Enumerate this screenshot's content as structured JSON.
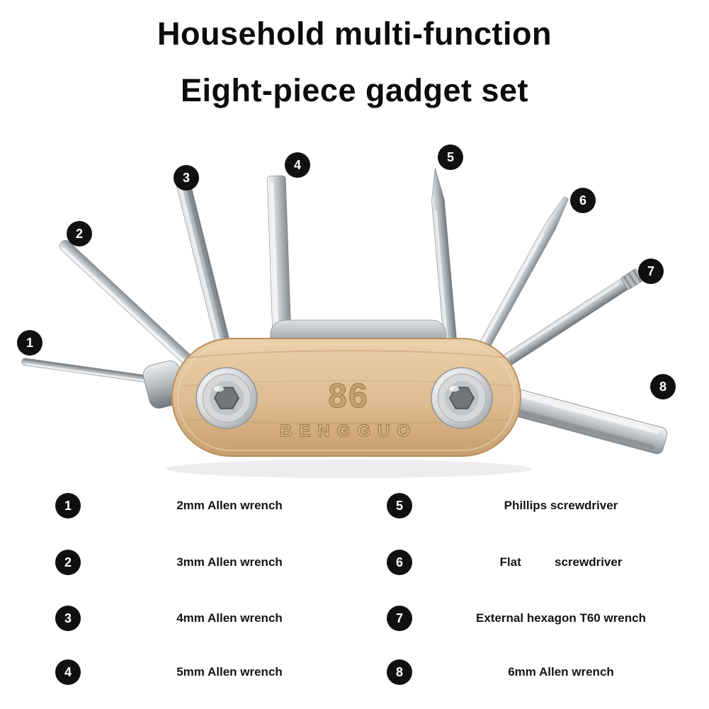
{
  "title": {
    "line1": "Household multi-function",
    "line2": "Eight-piece gadget set"
  },
  "brand": {
    "logo": "86",
    "name": "BENGGUO"
  },
  "callouts": [
    {
      "num": "1"
    },
    {
      "num": "2"
    },
    {
      "num": "3"
    },
    {
      "num": "4"
    },
    {
      "num": "5"
    },
    {
      "num": "6"
    },
    {
      "num": "7"
    },
    {
      "num": "8"
    }
  ],
  "legend": {
    "left": [
      {
        "num": "1",
        "label": "2mm Allen wrench"
      },
      {
        "num": "2",
        "label": "3mm Allen wrench"
      },
      {
        "num": "3",
        "label": "4mm Allen wrench"
      },
      {
        "num": "4",
        "label": "5mm Allen wrench"
      }
    ],
    "right": [
      {
        "num": "5",
        "label": "Phillips screwdriver"
      },
      {
        "num": "6",
        "label": "Flat          screwdriver"
      },
      {
        "num": "7",
        "label": "External hexagon T60 wrench"
      },
      {
        "num": "8",
        "label": "6mm Allen wrench"
      }
    ]
  },
  "colors": {
    "background": "#ffffff",
    "badge": "#101010",
    "title_text": "#0c0c0c",
    "wood": "#debb90",
    "metal": "#c7cbcf"
  }
}
